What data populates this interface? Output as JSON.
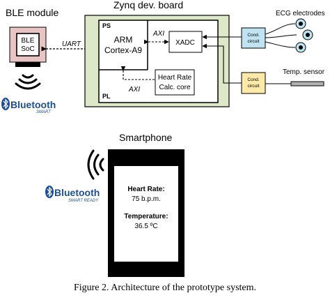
{
  "colors": {
    "ble_module_fill": "#e8c4c4",
    "zynq_board_fill": "#dce8c8",
    "cond_circuit_ecg_fill": "#bfe3f0",
    "cond_circuit_temp_fill": "#fde9a8",
    "electrode_fill": "#bfe3f0",
    "sensor_fill": "#b0b0b0",
    "bluetooth_blue": "#1c4f93",
    "phone_body": "#000000"
  },
  "ble_module": {
    "title": "BLE module",
    "soc_line1": "BLE",
    "soc_line2": "SoC"
  },
  "zynq": {
    "title": "Zynq dev. board",
    "ps_label": "PS",
    "pl_label": "PL",
    "arm_line1": "ARM",
    "arm_line2": "Cortex-A9",
    "xadc_label": "XADC",
    "hr_line1": "Heart Rate",
    "hr_line2": "Calc. core",
    "axi_top": "AXI",
    "axi_bottom": "AXI"
  },
  "uart_label": "UART",
  "cond_circuit_ecg": {
    "line1": "Cond.",
    "line2": "circuit"
  },
  "cond_circuit_temp": {
    "line1": "Cond.",
    "line2": "circuit"
  },
  "ecg_label": "ECG electrodes",
  "temp_sensor_label": "Temp. sensor",
  "bluetooth_smart": {
    "word": "Bluetooth",
    "sub": "SMART"
  },
  "smartphone": {
    "title": "Smartphone",
    "heart_rate_label": "Heart Rate:",
    "heart_rate_value": "75 b.p.m.",
    "temperature_label": "Temperature:",
    "temperature_value": "36.5 ºC"
  },
  "bluetooth_smart_ready": {
    "word": "Bluetooth",
    "sub": "SMART READY"
  },
  "icons": [
    "wireless-signal-icon",
    "bluetooth-icon",
    "ecg-electrode-icon",
    "temperature-probe-icon"
  ],
  "caption": "Figure 2. Architecture of the prototype system."
}
